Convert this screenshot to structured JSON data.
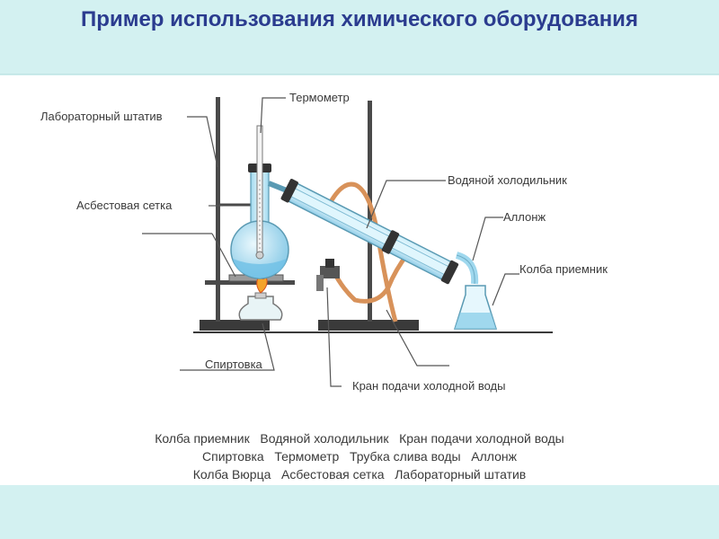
{
  "slide": {
    "title": "Пример использования химического оборудования"
  },
  "labels": {
    "stand": "Лабораторный штатив",
    "thermometer": "Термометр",
    "asbestos": "Асбестовая сетка",
    "condenser": "Водяной холодильник",
    "allonge": "Аллонж",
    "receiver": "Колба приемник",
    "burner": "Спиртовка",
    "tap": "Кран подачи холодной воды"
  },
  "legend": {
    "lines": [
      "Колба приемник   Водяной холодильник   Кран подачи холодной воды",
      "Спиртовка   Термометр   Трубка слива воды   Аллонж",
      "Колба Вюрца   Асбестовая сетка   Лабораторный штатив"
    ]
  },
  "colors": {
    "title": "#2b3c8f",
    "background": "#d3f1f1",
    "glass": "#bfe6f2",
    "water": "#8fd0ea",
    "tube": "#d8925a",
    "metal": "#3a3a3a"
  }
}
